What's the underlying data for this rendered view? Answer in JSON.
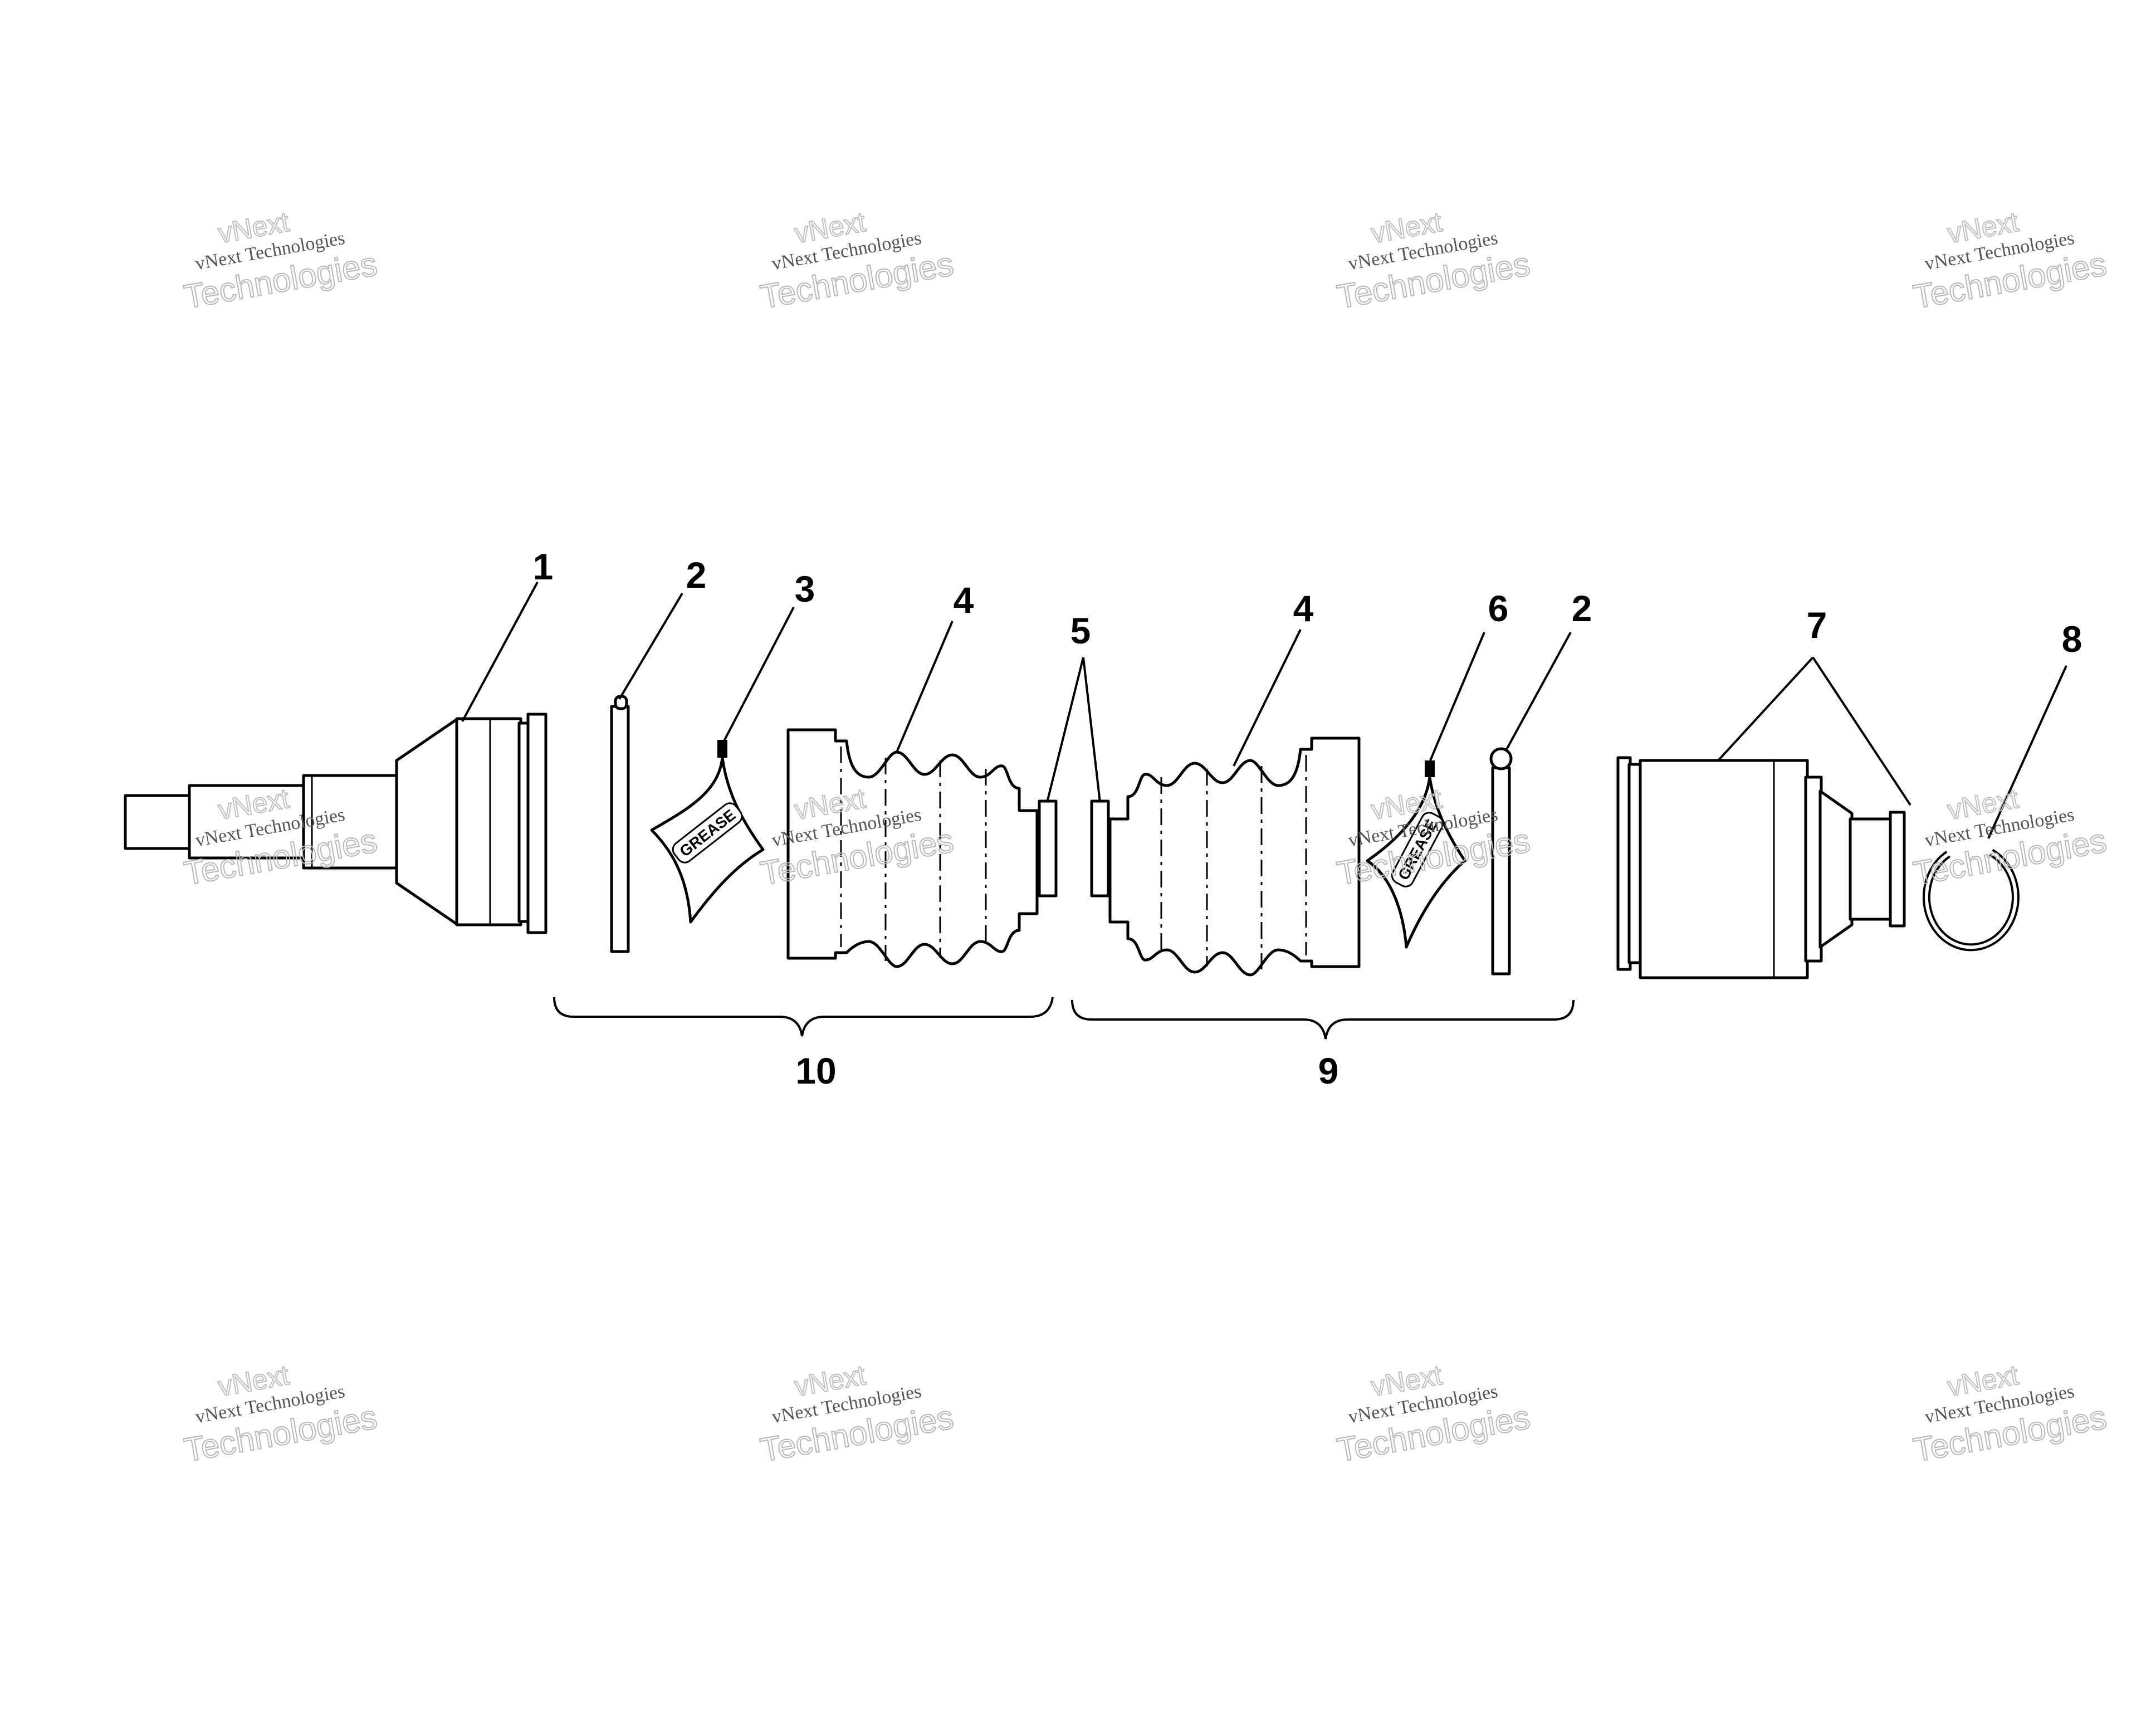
{
  "diagram": {
    "callouts": {
      "c1": "1",
      "c2a": "2",
      "c3": "3",
      "c4a": "4",
      "c5": "5",
      "c4b": "4",
      "c6": "6",
      "c2b": "2",
      "c7": "7",
      "c8": "8",
      "c10": "10",
      "c9": "9"
    },
    "grease_label_left": "GREASE",
    "grease_label_right": "GREASE"
  },
  "watermark": {
    "line_a": "vNext",
    "line_b": "vNext Technologies",
    "line_c": "Technologies"
  }
}
